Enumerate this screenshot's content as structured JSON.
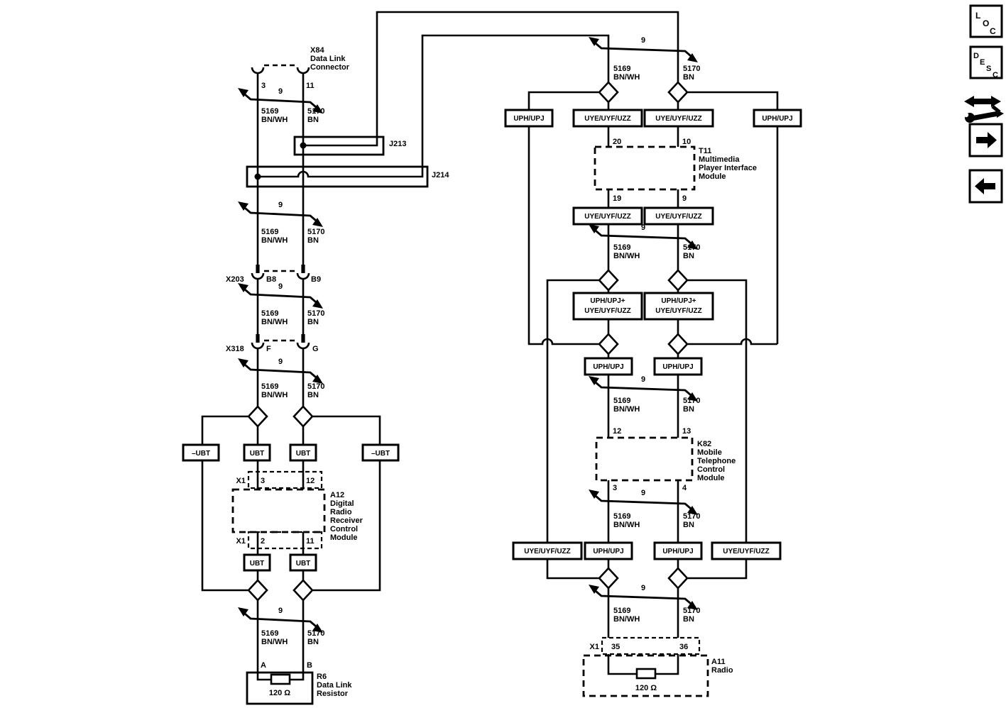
{
  "diagram": {
    "gauge_label": "9",
    "wire_5169": {
      "circuit": "5169",
      "color": "BN/WH"
    },
    "wire_5170": {
      "circuit": "5170",
      "color": "BN"
    },
    "x84": {
      "label": "X84",
      "name1": "Data Link",
      "name2": "Connector",
      "pin_left": "3",
      "pin_right": "11"
    },
    "j213": {
      "label": "J213"
    },
    "j214": {
      "label": "J214"
    },
    "x203": {
      "label": "X203",
      "pin_left": "B8",
      "pin_right": "B9"
    },
    "x318": {
      "label": "X318",
      "pin_left": "F",
      "pin_right": "G"
    },
    "a12": {
      "label": "A12",
      "name": [
        "Digital",
        "Radio",
        "Receiver",
        "Control",
        "Module"
      ],
      "connector": "X1",
      "pin_top_left": "3",
      "pin_top_right": "12",
      "pin_bottom_left": "2",
      "pin_bottom_right": "11"
    },
    "r6": {
      "label": "R6",
      "name": [
        "Data Link",
        "Resistor"
      ],
      "pin_left": "A",
      "pin_right": "B",
      "value": "120 Ω"
    },
    "t11": {
      "label": "T11",
      "name": [
        "Multimedia",
        "Player Interface",
        "Module"
      ],
      "pin_top_left": "20",
      "pin_top_right": "10",
      "pin_bottom_left": "19",
      "pin_bottom_right": "9"
    },
    "k82": {
      "label": "K82",
      "name": [
        "Mobile",
        "Telephone",
        "Control",
        "Module"
      ],
      "pin_top_left": "12",
      "pin_top_right": "13",
      "pin_bottom_left": "3",
      "pin_bottom_right": "4"
    },
    "a11": {
      "label": "A11",
      "name": [
        "Radio"
      ],
      "connector": "X1",
      "pin_left": "35",
      "pin_right": "36",
      "value": "120 Ω"
    },
    "options": {
      "ubt": "UBT",
      "not_ubt": "–UBT",
      "uph_upj": "UPH/UPJ",
      "uye_uyf_uzz": "UYE/UYF/UZZ",
      "combo_line1": "UPH/UPJ+",
      "combo_line2": "UYE/UYF/UZZ"
    }
  },
  "sidebar": {
    "loc": [
      "L",
      "O",
      "C"
    ],
    "desc": [
      "D",
      "E",
      "S",
      "C"
    ]
  }
}
